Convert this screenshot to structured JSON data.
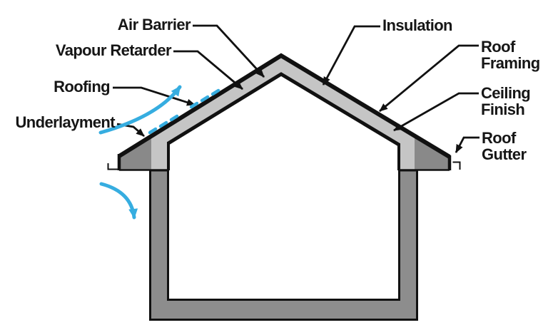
{
  "diagram": {
    "subject": "roof-construction-cross-section",
    "labels": {
      "air_barrier": "Air Barrier",
      "vapour_retarder": "Vapour Retarder",
      "roofing": "Roofing",
      "underlayment": "Underlayment",
      "insulation": "Insulation",
      "roof_framing": "Roof Framing",
      "ceiling_finish": "Ceiling Finish",
      "roof_gutter": "Roof Gutter"
    },
    "colors": {
      "outline": "#111111",
      "roof_band": "#c5c5c5",
      "wall": "#8d8d8d",
      "eave_soffit": "#898989",
      "airflow_blue": "#36ade0",
      "background": "#ffffff"
    },
    "icons": {
      "airflow_up": "airflow-up-arrow",
      "airflow_down": "airflow-down-arrow",
      "moisture": "moisture-dashes"
    }
  }
}
